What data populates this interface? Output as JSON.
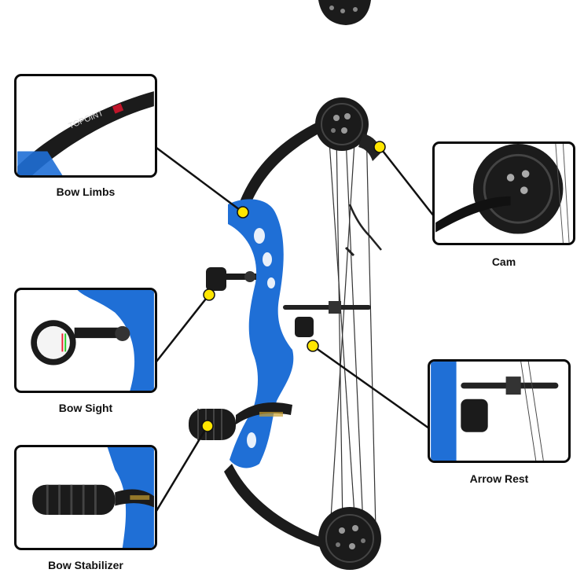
{
  "colors": {
    "riser_blue": "#1f6fd6",
    "limb_black": "#1b1b1b",
    "marker_yellow": "#ffe600",
    "leader_line": "#111111",
    "label_text": "#111111"
  },
  "callouts": [
    {
      "id": "bow-limbs",
      "label": "Bow Limbs"
    },
    {
      "id": "cam",
      "label": "Cam"
    },
    {
      "id": "bow-sight",
      "label": "Bow Sight"
    },
    {
      "id": "arrow-rest",
      "label": "Arrow Rest"
    },
    {
      "id": "bow-stabilizer",
      "label": "Bow Stabilizer"
    }
  ],
  "limb_logo_text": "TOPOINT"
}
